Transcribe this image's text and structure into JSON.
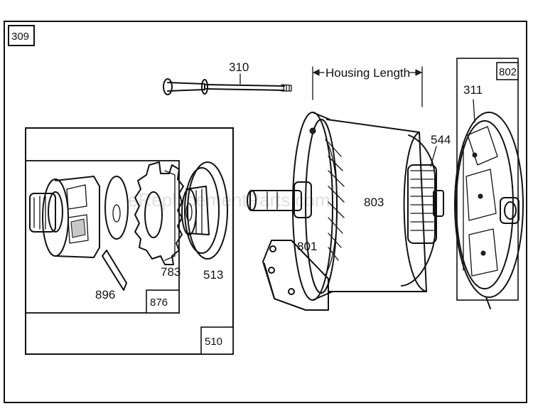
{
  "diagram": {
    "frame_label": "309",
    "watermark": "eReplacementParts.com",
    "dimension_label": "Housing Length",
    "parts": {
      "p310": "310",
      "p802": "802",
      "p311": "311",
      "p544": "544",
      "p803": "803",
      "p801": "801",
      "p783": "783",
      "p513": "513",
      "p896": "896",
      "p876": "876",
      "p510": "510"
    },
    "icons": [
      "through-bolt",
      "end-cap",
      "motor-housing",
      "armature",
      "pinion-gear",
      "clutch-drive",
      "drive-nut",
      "spring-washer",
      "retainer-clip"
    ]
  }
}
